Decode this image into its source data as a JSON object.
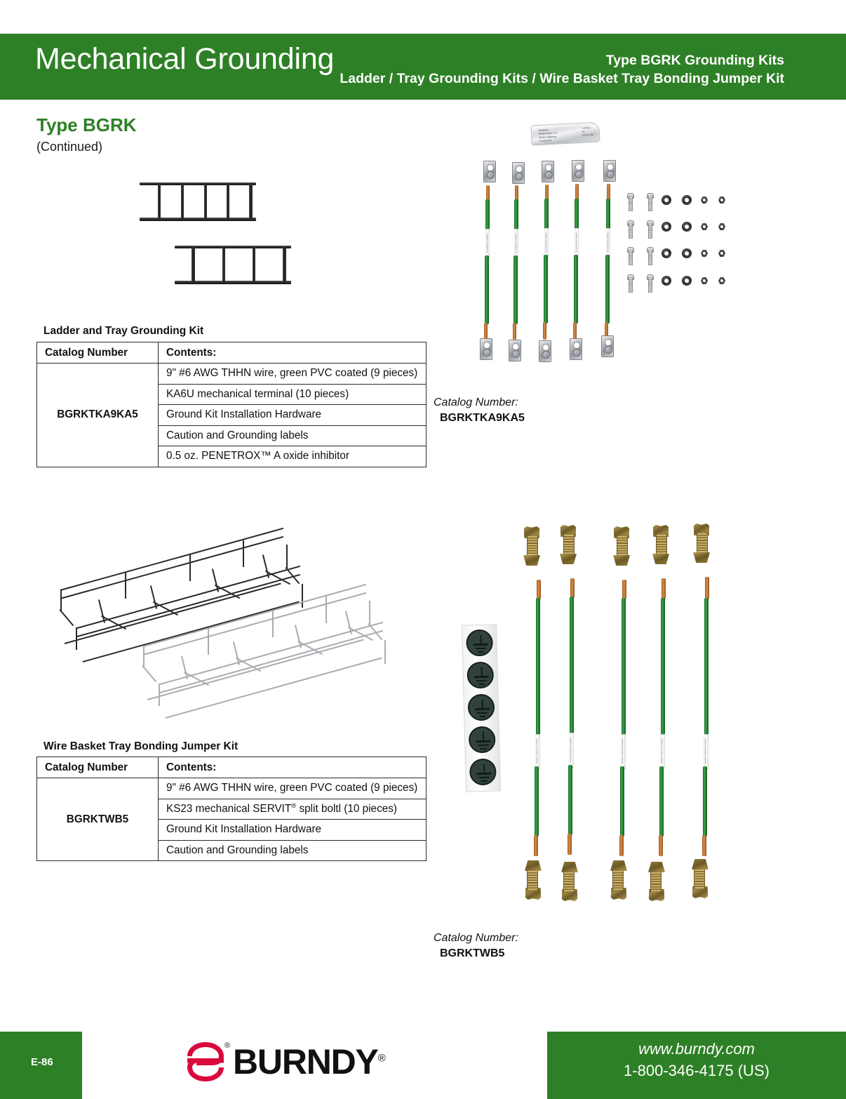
{
  "header": {
    "title": "Mechanical Grounding",
    "subtitle_line1": "Type BGRK Grounding Kits",
    "subtitle_line2": "Ladder / Tray Grounding Kits / Wire Basket Tray Bonding Jumper Kit",
    "background_color": "#2e8026",
    "text_color": "#ffffff"
  },
  "section": {
    "type_heading": "Type BGRK",
    "type_heading_color": "#2e8026",
    "continued_note": "(Continued)"
  },
  "tables": [
    {
      "caption": "Ladder and Tray Grounding Kit",
      "columns": [
        "Catalog Number",
        "Contents:"
      ],
      "catalog_number": "BGRKTKA9KA5",
      "contents": [
        "9\" #6 AWG THHN wire, green PVC coated (9 pieces)",
        "KA6U mechanical terminal (10 pieces)",
        "Ground Kit Installation Hardware",
        "Caution and Grounding labels",
        "0.5 oz. PENETROX™ A oxide inhibitor"
      ]
    },
    {
      "caption": "Wire Basket Tray Bonding Jumper Kit",
      "columns": [
        "Catalog Number",
        "Contents:"
      ],
      "catalog_number": "BGRKTWB5",
      "contents": [
        "9\" #6 AWG THHN wire, green PVC coated (9 pieces)",
        "KS23 mechanical SERVIT® split boltl (10 pieces)",
        "Ground Kit Installation Hardware",
        "Caution and Grounding labels"
      ]
    }
  ],
  "photo_captions": [
    {
      "label": "Catalog Number:",
      "value": "BGRKTKA9KA5"
    },
    {
      "label": "Catalog Number:",
      "value": "BGRKTWB5"
    }
  ],
  "photos": {
    "ladder_tray": "ladder-tray-sections-photo",
    "grounding_kit": "bgrktka9ka5-kit-contents-photo",
    "wire_basket_trays": "wire-basket-tray-sections-photo",
    "bonding_jumper_kit": "bgrktwb5-kit-contents-photo"
  },
  "footer": {
    "page_number": "E-86",
    "brand": "BURNDY",
    "brand_registered": "®",
    "website": "www.burndy.com",
    "phone": "1-800-346-4175 (US)",
    "background_color": "#2e8026",
    "logo_color": "#d9093b"
  }
}
